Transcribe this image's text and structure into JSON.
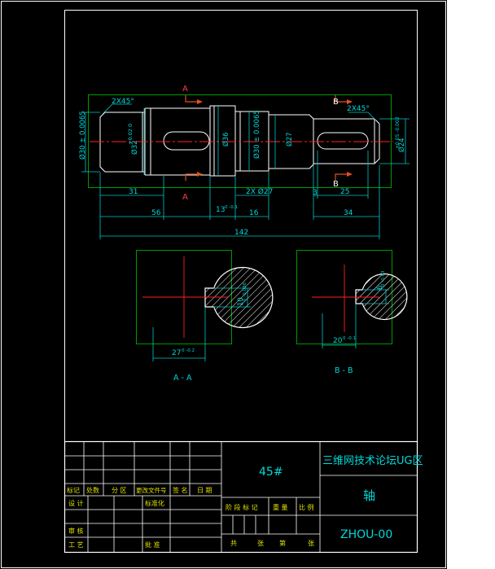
{
  "colors": {
    "background": "#000000",
    "outline": "#ffffff",
    "dimension": "#00c8c8",
    "centerline": "#ff2020",
    "section_label": "#ff4040",
    "title_text": "#00d8d8"
  },
  "drawing": {
    "section_mark_a": "A",
    "section_mark_b": "B",
    "chamfer_left": "2X45°",
    "chamfer_right": "2X45°",
    "chamfer_middle": "2X Ø27",
    "diameters": {
      "left_journal": "Ø30 ± 0.0065",
      "left_key_seat": "Ø32",
      "key_seat_tol": "+0.02 0",
      "collar": "Ø36",
      "middle_journal": "Ø30 ± 0.0065",
      "step": "Ø27",
      "right_end": "Ø24",
      "right_end_tol": "+0.05 -0.002"
    },
    "lengths": {
      "d31": "31",
      "d56": "56",
      "d13": "13",
      "d13_tol": "0 -0.1",
      "d16": "16",
      "d3": "3",
      "d25": "25",
      "d34": "34",
      "total": "142"
    },
    "section_a": {
      "label": "A - A",
      "depth": "27",
      "depth_tol": "0 -0.2",
      "key_width": "10",
      "key_width_tol": "0 -0.036"
    },
    "section_b": {
      "label": "B - B",
      "depth": "20",
      "depth_tol": "0 -0.1",
      "key_width": "6",
      "key_width_tol": "0 -0.03"
    }
  },
  "title_block": {
    "material": "45#",
    "company": "三维网技术论坛UG区",
    "part_name": "轴",
    "drawing_no": "ZHOU-00",
    "row_labels_1": [
      "标记",
      "处数",
      "分  区",
      "更改文件号",
      "签 名",
      "日 期"
    ],
    "design": "设 计",
    "standard": "标准化",
    "review": "审 核",
    "process": "工 艺",
    "approve": "批 准",
    "stage_labels": [
      "阶 段 标 记",
      "重 量",
      "比 例"
    ],
    "sheet_labels": [
      "共",
      "张",
      "第",
      "张"
    ]
  }
}
